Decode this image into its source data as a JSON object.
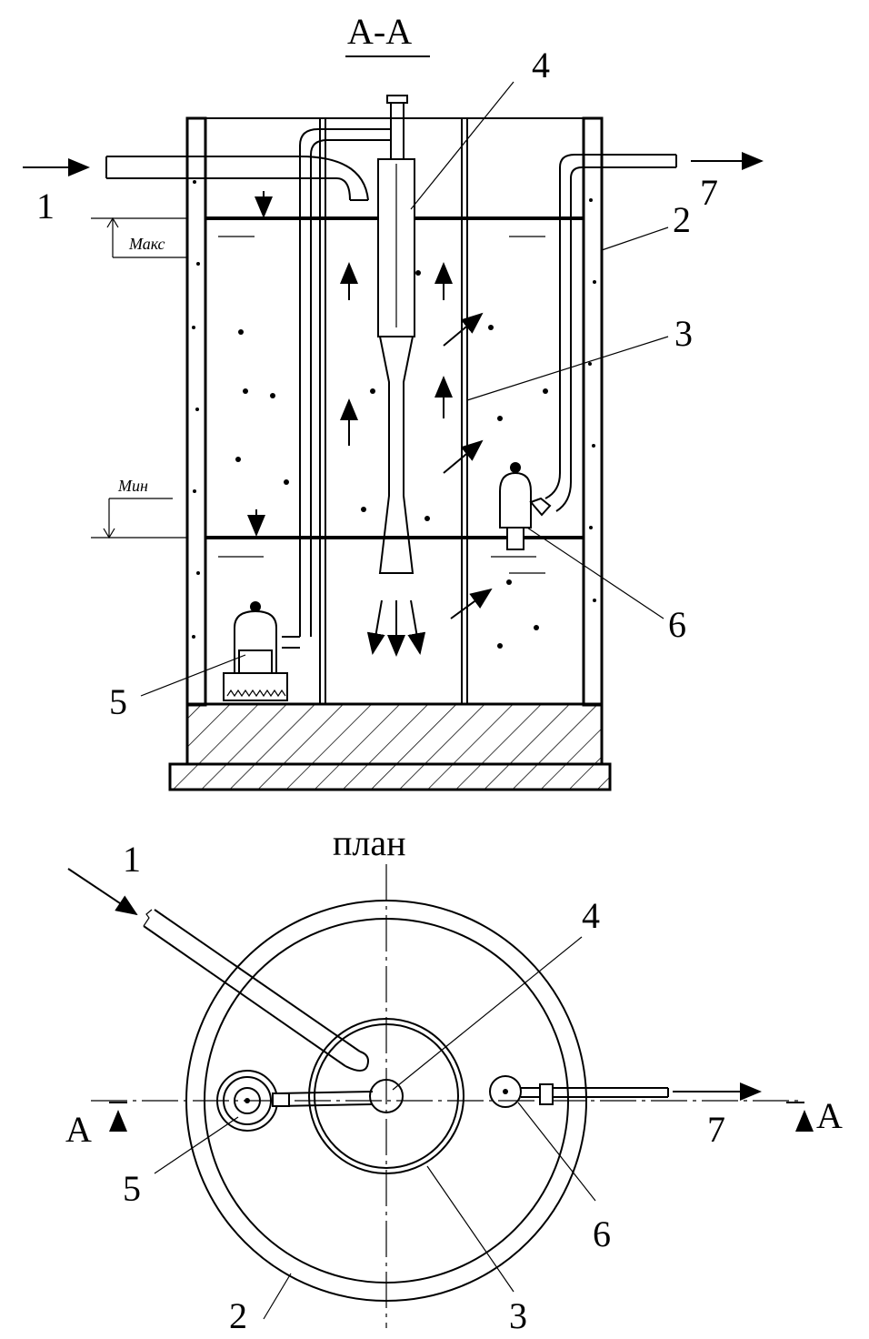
{
  "section": {
    "title": "А-А",
    "level_max": "Макс",
    "level_min": "Мин"
  },
  "plan": {
    "title": "план",
    "cut_left": "А",
    "cut_right": "А"
  },
  "callouts": {
    "inlet": "1",
    "tank": "2",
    "inner_cylinder": "3",
    "ejector": "4",
    "pump_5": "5",
    "pump_6": "6",
    "outlet": "7"
  }
}
